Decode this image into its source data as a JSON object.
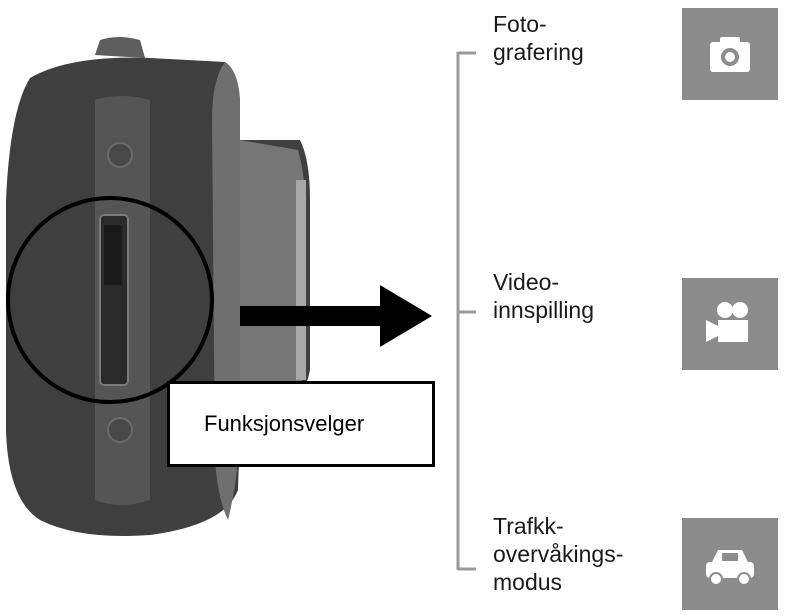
{
  "callout": {
    "label": "Funksjonsvelger"
  },
  "modes": [
    {
      "label": "Foto-\ngrafering",
      "icon": "camera-icon"
    },
    {
      "label": "Video-\ninnspilling",
      "icon": "video-camera-icon"
    },
    {
      "label": "Trafkk-\novervåkings-\nmodus",
      "icon": "car-icon"
    }
  ],
  "colors": {
    "icon_background": "#8c8c8c",
    "device_dark": "#4a4a4a",
    "device_mid": "#6e6e6e"
  }
}
